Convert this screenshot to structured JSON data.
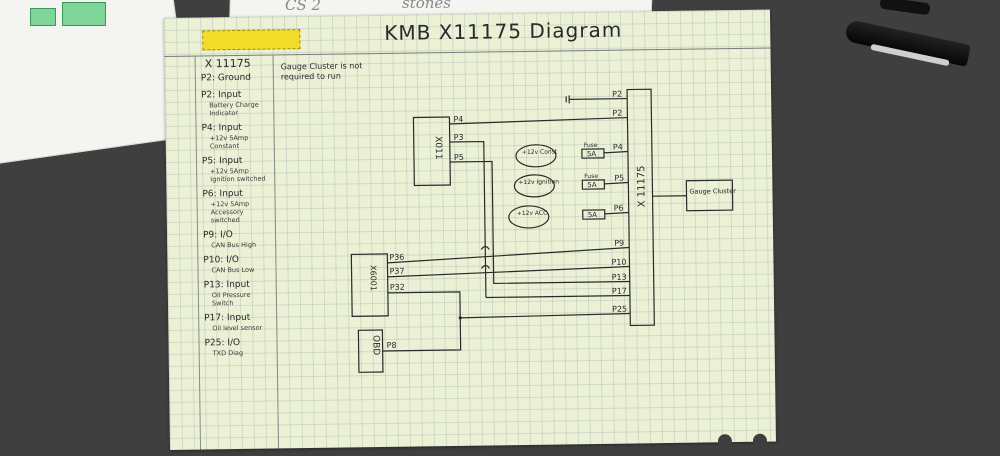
{
  "photo": {
    "background_color": "#3f3f3f",
    "paper_color": "#ecf1d6",
    "highlight_color": "#f2dc2a",
    "background_text": [
      "CS 2",
      "stones"
    ]
  },
  "sheet": {
    "title": "KMB X11175 Diagram",
    "legend": {
      "title": "X 11175",
      "items": [
        {
          "label": "P2: Ground",
          "desc": ""
        },
        {
          "label": "P2: Input",
          "desc": "Battery Charge Indicator"
        },
        {
          "label": "P4: Input",
          "desc": "+12v 5Amp Constant"
        },
        {
          "label": "P5: Input",
          "desc": "+12v 5Amp Ignition switched"
        },
        {
          "label": "P6: Input",
          "desc": "+12v 5Amp Accessory switched"
        },
        {
          "label": "P9: I/O",
          "desc": "CAN Bus High"
        },
        {
          "label": "P10: I/O",
          "desc": "CAN Bus Low"
        },
        {
          "label": "P13: Input",
          "desc": "Oil Pressure Switch"
        },
        {
          "label": "P17: Input",
          "desc": "Oil level sensor"
        },
        {
          "label": "P25: I/O",
          "desc": "TXD Diag"
        }
      ]
    },
    "note": "Gauge Cluster is not required to run"
  },
  "diagram": {
    "main_connector": "X 11175",
    "x011": {
      "name": "X011",
      "pins": [
        "P4",
        "P3",
        "P5"
      ]
    },
    "x6001": {
      "name": "X6001",
      "pins": [
        "P36",
        "P37",
        "P32"
      ]
    },
    "obd": {
      "name": "OBD",
      "pin": "P8"
    },
    "gauge_cluster": "Gauge Cluster",
    "sources": [
      {
        "label": "+12v Const",
        "fuse_label": "Fuse",
        "fuse_rating": "5A",
        "pin": "P4"
      },
      {
        "label": "+12v Ignition",
        "fuse_label": "Fuse",
        "fuse_rating": "5A",
        "pin": "P5"
      },
      {
        "label": "+12v ACC",
        "fuse_label": "",
        "fuse_rating": "5A",
        "pin": "P6"
      }
    ],
    "connector_pins": [
      "P2",
      "P2",
      "P4",
      "P5",
      "P6",
      "P9",
      "P10",
      "P13",
      "P17",
      "P25"
    ]
  }
}
